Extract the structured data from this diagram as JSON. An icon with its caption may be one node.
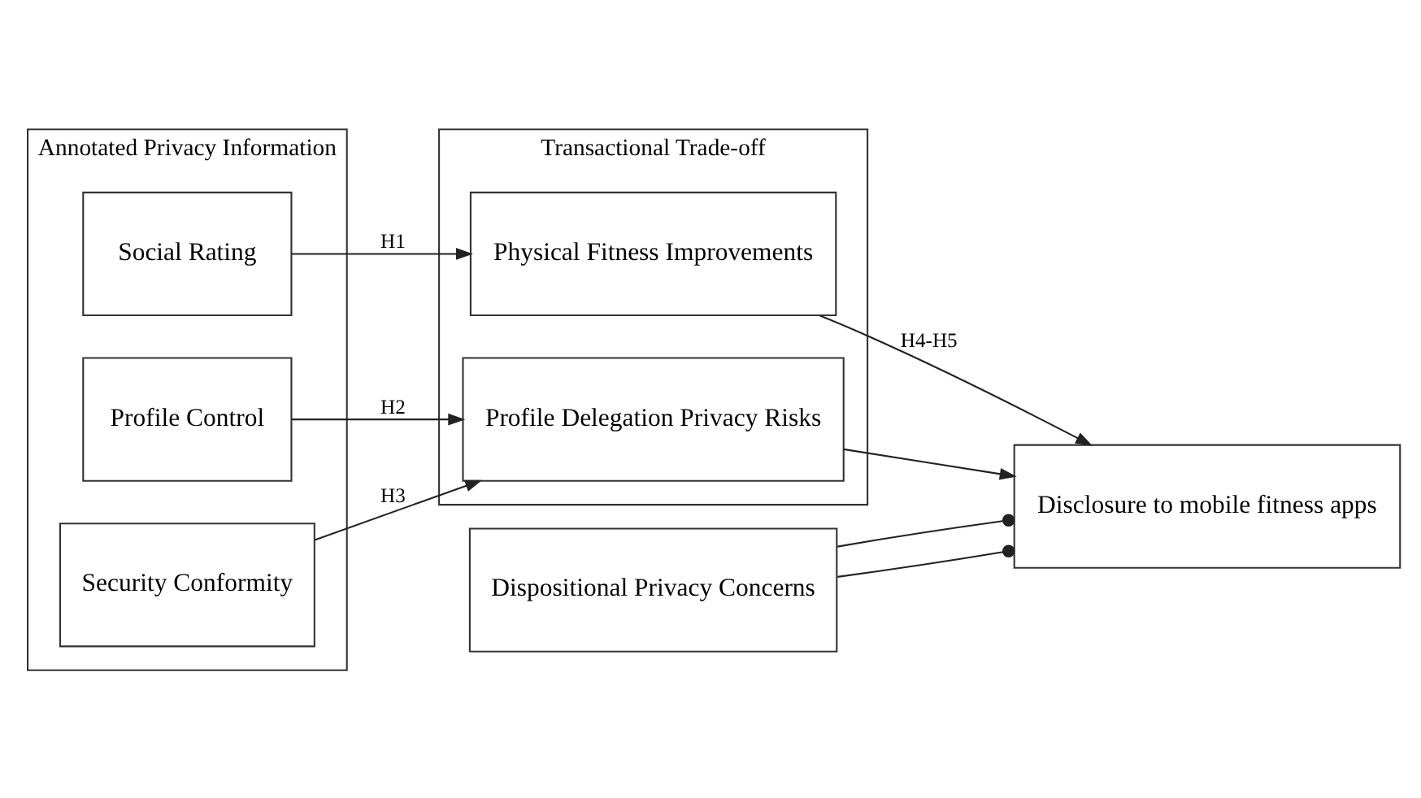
{
  "diagram": {
    "nodes": [
      {
        "text": [
          "Annotated Privacy Information"
        ]
      },
      {
        "text": [
          "Social Rating"
        ],
        "in": 0
      },
      {
        "text": [
          "Profile Control"
        ],
        "in": 0
      },
      {
        "text": [
          "Security Conformity"
        ],
        "in": 0
      },
      {
        "text": [
          "Transactional Trade-off"
        ]
      },
      {
        "text": [
          "Physical Fitness Improvements"
        ],
        "in": 4
      },
      {
        "text": [
          "Profile Delegation Privacy Risks"
        ],
        "in": 4
      },
      {
        "text": [
          "Disclosure to mobile fitness apps"
        ]
      },
      {
        "text": [
          "Dispositional Privacy Concerns"
        ]
      }
    ],
    "edges": [
      {
        "from": 1,
        "to": 5,
        "arrow": "to",
        "label": "H1"
      },
      {
        "from": 2,
        "to": 6,
        "arrow": "to",
        "label": "H2"
      },
      {
        "from": 3,
        "to": 6,
        "arrow": "to",
        "label": "H3"
      },
      {
        "from": 5,
        "to": 7,
        "arrow": "to",
        "label": "H4-H5"
      },
      {
        "from": 6,
        "to": 7,
        "arrow": "to"
      },
      {
        "from": 8,
        "to": 7,
        "arrow": "other"
      },
      {
        "from": 8,
        "to": 7,
        "arrow": "other"
      }
    ]
  }
}
